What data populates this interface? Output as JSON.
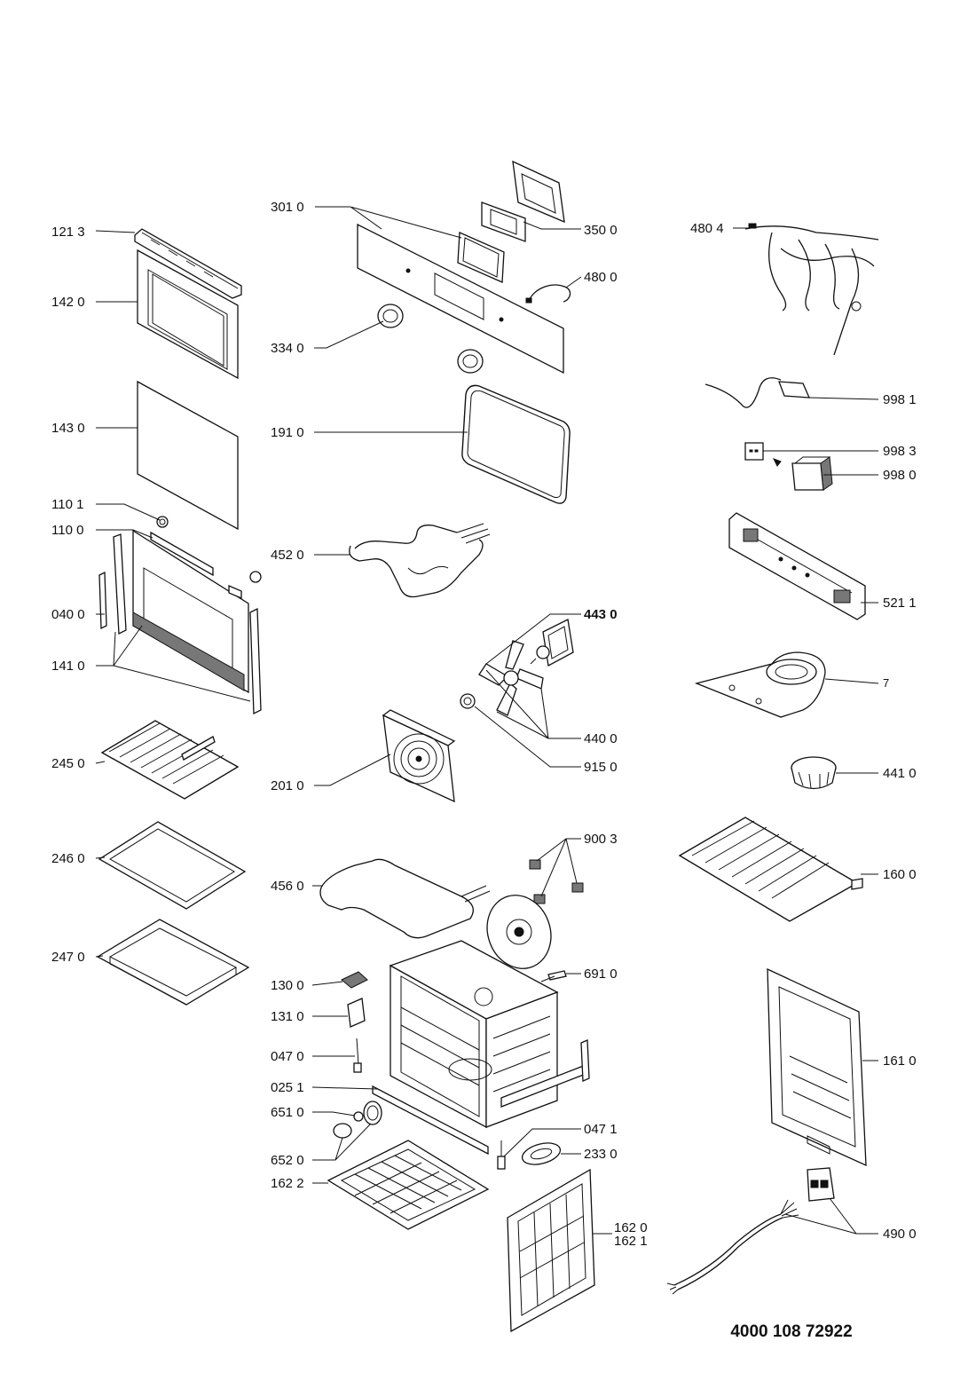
{
  "document_number": "4000 108 72922",
  "labels": {
    "p121_3": "121 3",
    "p142_0": "142 0",
    "p143_0": "143 0",
    "p110_1": "110 1",
    "p110_0": "110 0",
    "p040_0": "040 0",
    "p141_0": "141 0",
    "p245_0": "245 0",
    "p246_0": "246 0",
    "p247_0": "247 0",
    "p301_0": "301 0",
    "p350_0": "350 0",
    "p480_0": "480 0",
    "p334_0": "334 0",
    "p191_0": "191 0",
    "p452_0": "452 0",
    "p443_0": "443 0",
    "p440_0": "440 0",
    "p915_0": "915 0",
    "p201_0": "201 0",
    "p900_3": "900 3",
    "p456_0": "456 0",
    "p691_0": "691 0",
    "p130_0": "130 0",
    "p131_0": "131 0",
    "p047_0": "047 0",
    "p025_1": "025 1",
    "p651_0": "651 0",
    "p652_0": "652 0",
    "p162_2": "162 2",
    "p047_1": "047 1",
    "p233_0": "233 0",
    "p162_0": "162 0",
    "p162_1": "162 1",
    "p480_4": "480 4",
    "p998_1": "998 1",
    "p998_3": "998 3",
    "p998_0": "998 0",
    "p521_1": "521 1",
    "p7": "7",
    "p441_0": "441 0",
    "p160_0": "160 0",
    "p161_0": "161 0",
    "p490_0": "490 0"
  }
}
